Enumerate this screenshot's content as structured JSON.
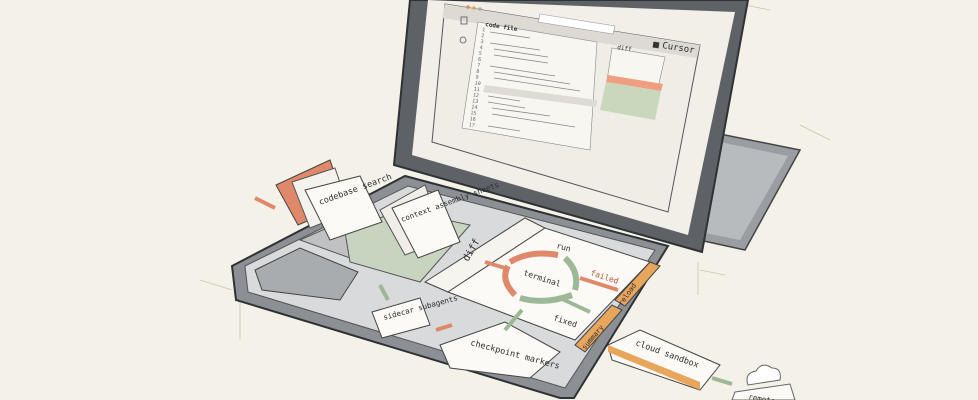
{
  "screen": {
    "tab_label": "code file",
    "brand": "Cursor",
    "diff_tab": "diff",
    "line_numbers": [
      "1",
      "2",
      "3",
      "4",
      "5",
      "6",
      "7",
      "8",
      "9",
      "10",
      "11",
      "12",
      "13",
      "14",
      "15",
      "16",
      "17"
    ]
  },
  "components": {
    "codebase_search": "codebase search",
    "context_sheets": "context assembly sheets",
    "diff": "diff",
    "run": "run",
    "terminal": "terminal",
    "failed": "failed",
    "fixed": "fixed",
    "reload": "reload",
    "summary": "summary",
    "sidecar": "sidecar subagents",
    "checkpoint": "checkpoint markers",
    "cloud_sandbox": "cloud sandbox",
    "remote": "remote"
  },
  "colors": {
    "orange": "#e0896a",
    "green": "#9db896",
    "amber": "#e8a55c",
    "paper": "#f4f1e8"
  }
}
